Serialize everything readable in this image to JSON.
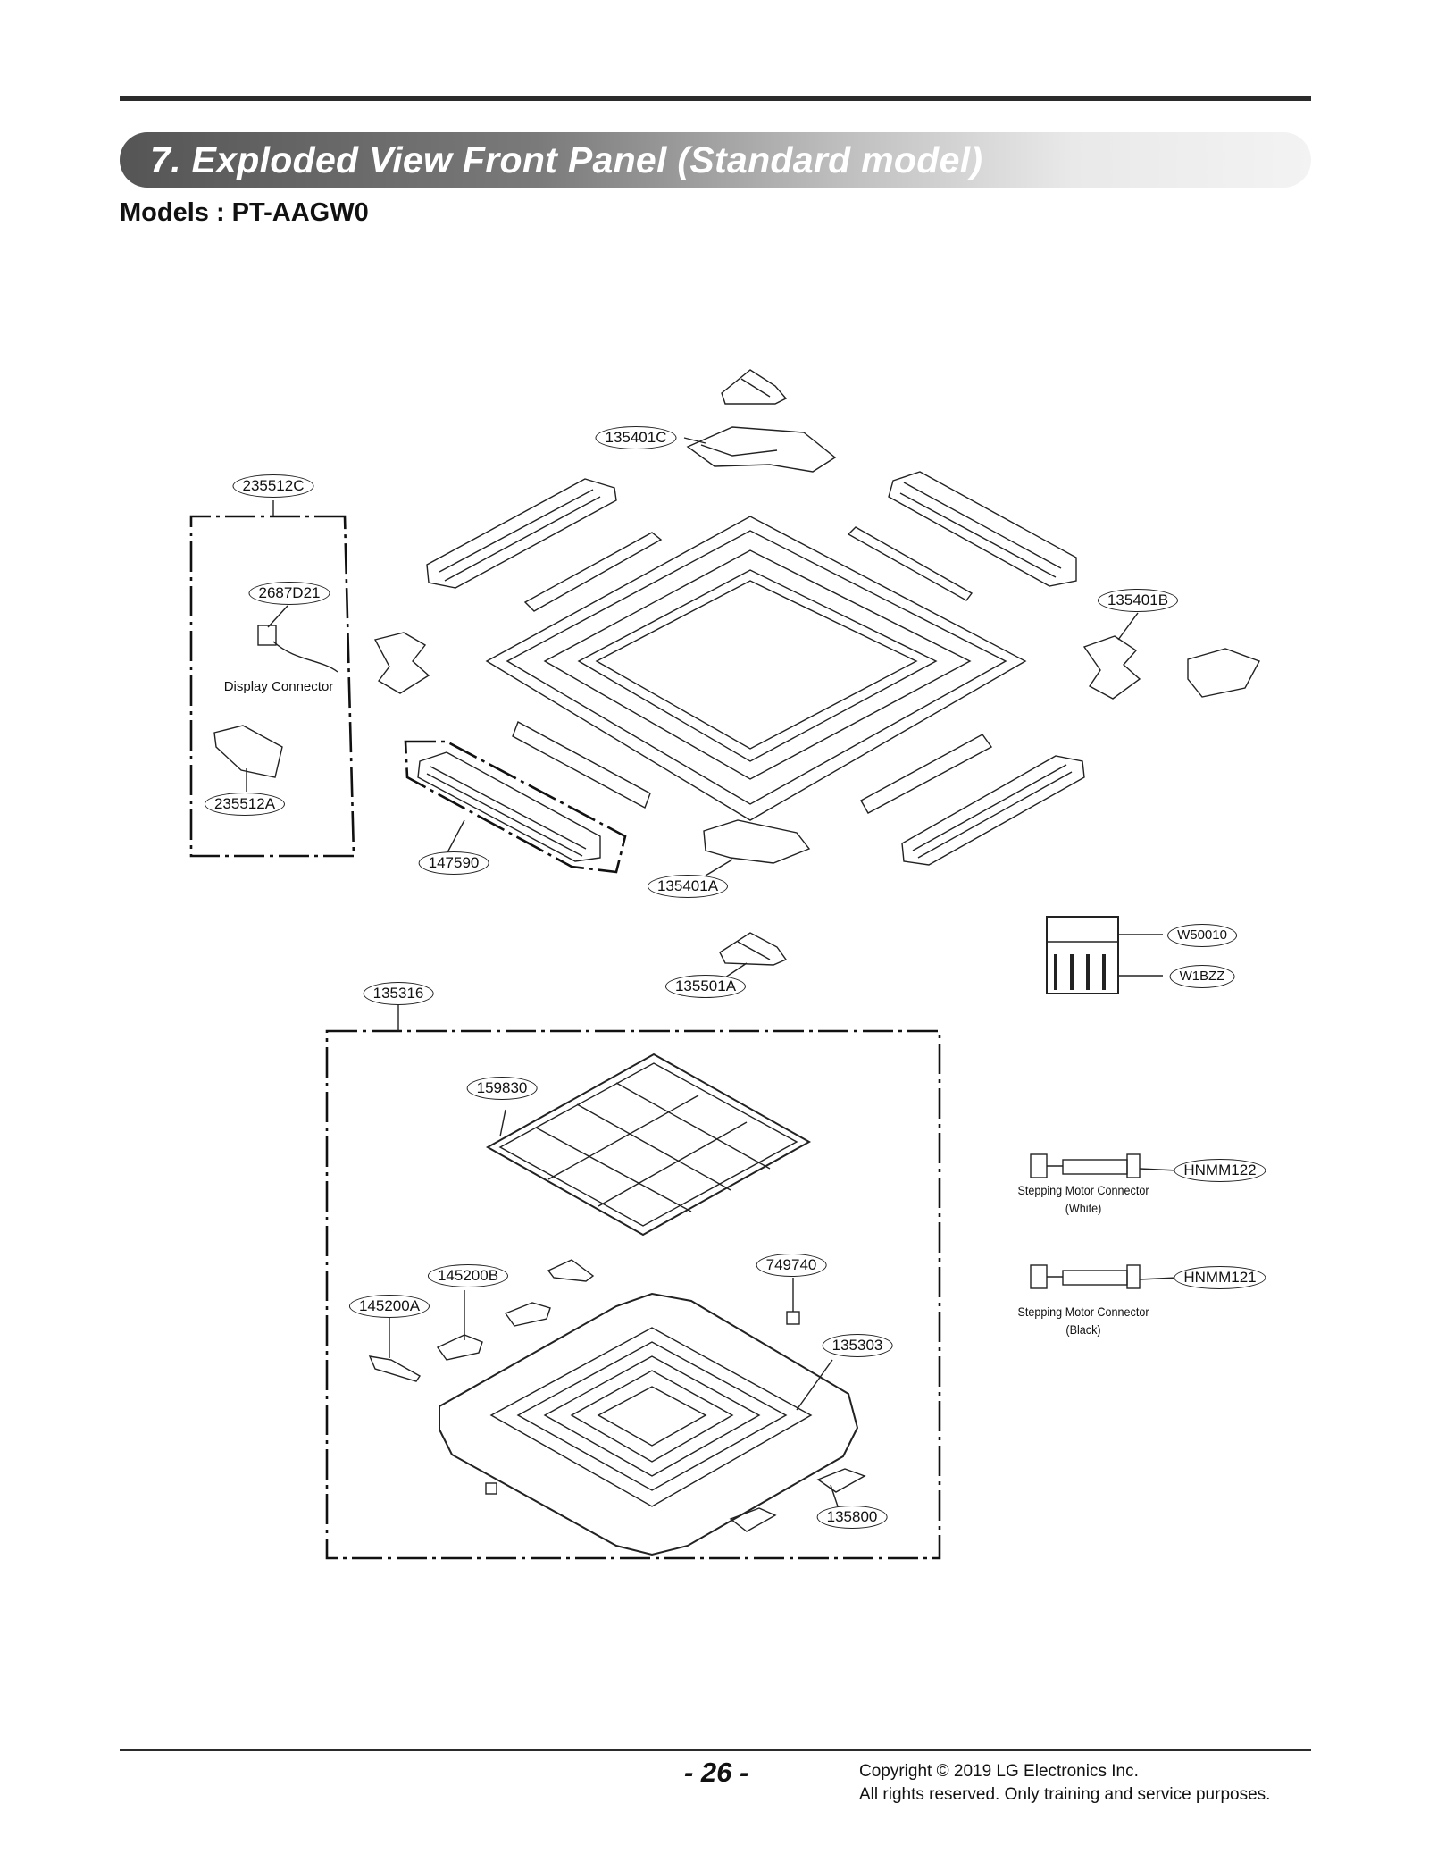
{
  "header": {
    "title": "7. Exploded View Front Panel (Standard model)",
    "models": "Models : PT-AAGW0"
  },
  "parts": {
    "p135401C": "135401C",
    "p235512C": "235512C",
    "p2687D21": "2687D21",
    "p135401B": "135401B",
    "p235512A": "235512A",
    "p147590": "147590",
    "p135401A": "135401A",
    "p135501A": "135501A",
    "p135316": "135316",
    "pW50010": "W50010",
    "pW1BZZ": "W1BZZ",
    "p159830": "159830",
    "pHNMM122": "HNMM122",
    "p145200B": "145200B",
    "p749740": "749740",
    "p145200A": "145200A",
    "p135303": "135303",
    "pHNMM121": "HNMM121",
    "p135800": "135800"
  },
  "labels": {
    "display_connector": "Display Connector",
    "stepping_white_1": "Stepping Motor Connector",
    "stepping_white_2": "(White)",
    "stepping_black_1": "Stepping Motor Connector",
    "stepping_black_2": "(Black)"
  },
  "footer": {
    "page": "- 26 -",
    "copyright_1": "Copyright © 2019 LG Electronics Inc.",
    "copyright_2": "All rights reserved. Only training and service purposes."
  }
}
